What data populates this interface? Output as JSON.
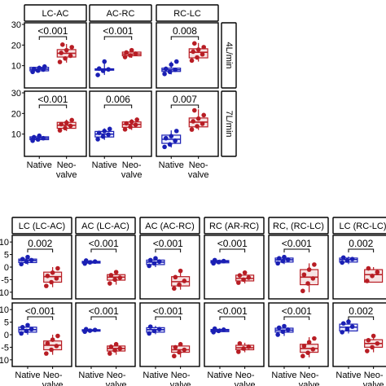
{
  "colors": {
    "native": "#1a1fb4",
    "neovalve": "#b81d24",
    "native_fill": "#eef0ff",
    "neovalve_fill": "#f6e3e3"
  },
  "chart_data": [
    {
      "type": "box",
      "id": "top",
      "facet_cols": [
        "LC-AC",
        "AC-RC",
        "RC-LC"
      ],
      "facet_rows": [
        "4L/min",
        "7L/min"
      ],
      "categories": [
        "Native",
        "Neo-valve"
      ],
      "x_tick_labels": [
        [
          "Native",
          ""
        ],
        [
          "Neo-",
          "valve"
        ]
      ],
      "y_ticks": [
        10,
        20,
        30
      ],
      "ylim": [
        0,
        30
      ],
      "panels": [
        {
          "row": 0,
          "col": 0,
          "pvalue": "<0.001",
          "groups": [
            {
              "q1": 7.5,
              "median": 8.3,
              "q3": 9.2,
              "whisker_low": 6.8,
              "whisker_high": 10.0,
              "points": [
                7.0,
                7.6,
                8.1,
                8.4,
                8.9,
                9.6
              ]
            },
            {
              "q1": 14.2,
              "median": 16.0,
              "q3": 17.8,
              "whisker_low": 11.5,
              "whisker_high": 20.5,
              "points": [
                11.8,
                13.5,
                14.8,
                16.2,
                17.5,
                19.0,
                20.2
              ]
            }
          ]
        },
        {
          "row": 0,
          "col": 1,
          "pvalue": "<0.001",
          "groups": [
            {
              "q1": 7.8,
              "median": 8.2,
              "q3": 8.5,
              "whisker_low": 5.5,
              "whisker_high": 12.5,
              "points": [
                5.5,
                7.5,
                8.2,
                8.6,
                12.0
              ]
            },
            {
              "q1": 14.8,
              "median": 15.6,
              "q3": 16.6,
              "whisker_low": 13.8,
              "whisker_high": 18.0,
              "points": [
                14.2,
                15.0,
                15.8,
                16.4,
                17.5
              ]
            }
          ]
        },
        {
          "row": 0,
          "col": 2,
          "pvalue": "0.008",
          "groups": [
            {
              "q1": 7.2,
              "median": 8.0,
              "q3": 8.8,
              "whisker_low": 5.8,
              "whisker_high": 12.0,
              "points": [
                6.0,
                7.0,
                8.0,
                8.5,
                10.5,
                12.0
              ]
            },
            {
              "q1": 13.8,
              "median": 16.5,
              "q3": 18.2,
              "whisker_low": 12.0,
              "whisker_high": 21.0,
              "points": [
                12.5,
                14.0,
                15.5,
                16.8,
                17.8,
                19.0,
                20.8
              ]
            }
          ]
        },
        {
          "row": 1,
          "col": 0,
          "pvalue": "<0.001",
          "groups": [
            {
              "q1": 7.3,
              "median": 8.0,
              "q3": 8.7,
              "whisker_low": 6.5,
              "whisker_high": 9.5,
              "points": [
                6.8,
                7.4,
                8.0,
                8.5,
                9.2
              ]
            },
            {
              "q1": 12.8,
              "median": 14.3,
              "q3": 15.7,
              "whisker_low": 11.5,
              "whisker_high": 17.0,
              "points": [
                11.8,
                12.9,
                14.0,
                14.8,
                15.5,
                16.8
              ]
            }
          ]
        },
        {
          "row": 1,
          "col": 1,
          "pvalue": "0.006",
          "groups": [
            {
              "q1": 8.6,
              "median": 10.0,
              "q3": 11.3,
              "whisker_low": 7.2,
              "whisker_high": 12.8,
              "points": [
                7.5,
                8.8,
                9.8,
                10.6,
                11.5,
                12.5
              ]
            },
            {
              "q1": 13.3,
              "median": 14.7,
              "q3": 15.9,
              "whisker_low": 12.0,
              "whisker_high": 17.2,
              "points": [
                12.3,
                13.5,
                14.5,
                15.2,
                16.0,
                17.0
              ]
            }
          ]
        },
        {
          "row": 1,
          "col": 2,
          "pvalue": "0.007",
          "groups": [
            {
              "q1": 5.5,
              "median": 7.5,
              "q3": 9.5,
              "whisker_low": 3.5,
              "whisker_high": 11.8,
              "points": [
                3.8,
                5.0,
                6.8,
                8.0,
                9.0,
                11.5
              ]
            },
            {
              "q1": 13.5,
              "median": 15.8,
              "q3": 17.8,
              "whisker_low": 12.0,
              "whisker_high": 22.0,
              "points": [
                12.2,
                13.8,
                15.0,
                16.2,
                17.5,
                19.2,
                21.5
              ]
            }
          ]
        }
      ]
    },
    {
      "type": "box",
      "id": "bottom",
      "facet_cols": [
        "LC (LC-AC)",
        "AC (LC-AC)",
        "AC (AC-RC)",
        "RC (AR-RC)",
        "RC, (RC-LC)",
        "LC (RC-LC)"
      ],
      "categories": [
        "Native",
        "Neo-valve"
      ],
      "x_tick_labels": [
        [
          "Native",
          ""
        ],
        [
          "Neo-",
          "valve"
        ]
      ],
      "y_ticks": [
        10,
        5,
        0,
        -5,
        -10
      ],
      "ylim": [
        -12,
        12
      ],
      "panels": [
        {
          "row": 0,
          "col": 0,
          "pvalue": "0.002",
          "groups": [
            {
              "q1": 1.8,
              "median": 2.6,
              "q3": 3.2,
              "whisker_low": 1.0,
              "whisker_high": 4.2,
              "points": [
                1.2,
                2.2,
                2.8,
                3.2,
                4.0
              ]
            },
            {
              "q1": -6.0,
              "median": -3.8,
              "q3": -2.0,
              "whisker_low": -8.0,
              "whisker_high": 0.0,
              "points": [
                -7.5,
                -6.0,
                -4.5,
                -3.5,
                -2.2,
                -0.5
              ]
            }
          ]
        },
        {
          "row": 0,
          "col": 1,
          "pvalue": "<0.001",
          "groups": [
            {
              "q1": 1.6,
              "median": 2.0,
              "q3": 2.3,
              "whisker_low": 1.2,
              "whisker_high": 2.8,
              "points": [
                1.4,
                1.9,
                2.2,
                2.6
              ]
            },
            {
              "q1": -5.2,
              "median": -4.0,
              "q3": -3.0,
              "whisker_low": -7.0,
              "whisker_high": -1.5,
              "points": [
                -6.5,
                -5.0,
                -4.2,
                -3.2,
                -2.0
              ]
            }
          ]
        },
        {
          "row": 0,
          "col": 2,
          "pvalue": "<0.001",
          "groups": [
            {
              "q1": 1.0,
              "median": 2.0,
              "q3": 2.8,
              "whisker_low": 0.0,
              "whisker_high": 3.8,
              "points": [
                0.5,
                1.5,
                2.2,
                2.8,
                3.5
              ]
            },
            {
              "q1": -7.5,
              "median": -5.8,
              "q3": -3.8,
              "whisker_low": -9.0,
              "whisker_high": -1.0,
              "points": [
                -8.5,
                -7.0,
                -5.5,
                -4.0,
                -1.5
              ]
            }
          ]
        },
        {
          "row": 0,
          "col": 3,
          "pvalue": "<0.001",
          "groups": [
            {
              "q1": 1.7,
              "median": 2.2,
              "q3": 2.6,
              "whisker_low": 1.2,
              "whisker_high": 3.0,
              "points": [
                1.5,
                2.0,
                2.4,
                2.8
              ]
            },
            {
              "q1": -5.5,
              "median": -4.5,
              "q3": -3.2,
              "whisker_low": -6.5,
              "whisker_high": -2.0,
              "points": [
                -6.2,
                -5.0,
                -4.2,
                -3.3,
                -2.2
              ]
            }
          ]
        },
        {
          "row": 0,
          "col": 4,
          "pvalue": "<0.001",
          "groups": [
            {
              "q1": 2.0,
              "median": 2.9,
              "q3": 3.6,
              "whisker_low": 1.2,
              "whisker_high": 4.2,
              "points": [
                1.5,
                2.4,
                3.0,
                3.5,
                4.0
              ]
            },
            {
              "q1": -7.0,
              "median": -4.0,
              "q3": -1.0,
              "whisker_low": -10.0,
              "whisker_high": 1.5,
              "points": [
                -9.5,
                -6.5,
                -4.5,
                -3.0,
                -1.0,
                1.0
              ]
            }
          ]
        },
        {
          "row": 0,
          "col": 5,
          "pvalue": "0.002",
          "groups": [
            {
              "q1": 2.0,
              "median": 3.0,
              "q3": 3.6,
              "whisker_low": 1.2,
              "whisker_high": 4.2,
              "points": [
                1.8,
                2.6,
                3.2,
                3.8
              ]
            },
            {
              "q1": -6.0,
              "median": -3.0,
              "q3": -1.0,
              "whisker_low": -6.0,
              "whisker_high": 0.0,
              "points": [
                -5.5,
                -3.5,
                -2.0,
                -0.5
              ]
            }
          ]
        },
        {
          "row": 1,
          "col": 0,
          "pvalue": "<0.001",
          "groups": [
            {
              "q1": 1.0,
              "median": 2.0,
              "q3": 3.0,
              "whisker_low": 0.0,
              "whisker_high": 4.0,
              "points": [
                0.5,
                1.5,
                2.2,
                3.0,
                3.8
              ]
            },
            {
              "q1": -6.0,
              "median": -4.2,
              "q3": -2.5,
              "whisker_low": -8.0,
              "whisker_high": 0.0,
              "points": [
                -7.5,
                -6.0,
                -4.5,
                -3.5,
                -2.0,
                -0.5
              ]
            }
          ]
        },
        {
          "row": 1,
          "col": 1,
          "pvalue": "<0.001",
          "groups": [
            {
              "q1": 1.4,
              "median": 1.7,
              "q3": 2.0,
              "whisker_low": 1.0,
              "whisker_high": 2.4,
              "points": [
                1.2,
                1.6,
                1.9,
                2.2
              ]
            },
            {
              "q1": -6.5,
              "median": -5.5,
              "q3": -4.5,
              "whisker_low": -8.0,
              "whisker_high": -3.5,
              "points": [
                -7.5,
                -6.2,
                -5.5,
                -4.8,
                -3.8
              ]
            }
          ]
        },
        {
          "row": 1,
          "col": 2,
          "pvalue": "<0.001",
          "groups": [
            {
              "q1": 1.0,
              "median": 2.0,
              "q3": 2.8,
              "whisker_low": 0.2,
              "whisker_high": 3.5,
              "points": [
                0.5,
                1.5,
                2.2,
                3.2
              ]
            },
            {
              "q1": -7.0,
              "median": -6.0,
              "q3": -4.5,
              "whisker_low": -9.0,
              "whisker_high": -3.5,
              "points": [
                -8.5,
                -7.0,
                -6.0,
                -5.0,
                -3.8
              ]
            }
          ]
        },
        {
          "row": 1,
          "col": 3,
          "pvalue": "<0.001",
          "groups": [
            {
              "q1": 1.2,
              "median": 1.7,
              "q3": 2.1,
              "whisker_low": 0.8,
              "whisker_high": 2.6,
              "points": [
                1.0,
                1.5,
                2.0,
                2.4
              ]
            },
            {
              "q1": -6.0,
              "median": -5.2,
              "q3": -4.2,
              "whisker_low": -7.0,
              "whisker_high": -3.2,
              "points": [
                -6.8,
                -5.5,
                -4.8,
                -3.5
              ]
            }
          ]
        },
        {
          "row": 1,
          "col": 4,
          "pvalue": "<0.001",
          "groups": [
            {
              "q1": 1.0,
              "median": 1.8,
              "q3": 2.6,
              "whisker_low": -0.5,
              "whisker_high": 3.5,
              "points": [
                0.0,
                1.2,
                2.0,
                2.8,
                3.4
              ]
            },
            {
              "q1": -7.0,
              "median": -5.5,
              "q3": -3.8,
              "whisker_low": -9.0,
              "whisker_high": -1.0,
              "points": [
                -8.5,
                -7.2,
                -5.8,
                -4.5,
                -3.0,
                -1.5
              ]
            }
          ]
        },
        {
          "row": 1,
          "col": 5,
          "pvalue": "0.002",
          "groups": [
            {
              "q1": 1.5,
              "median": 3.0,
              "q3": 4.2,
              "whisker_low": 0.5,
              "whisker_high": 5.5,
              "points": [
                1.0,
                2.2,
                3.2,
                4.5,
                5.2
              ]
            },
            {
              "q1": -5.0,
              "median": -3.5,
              "q3": -2.0,
              "whisker_low": -7.0,
              "whisker_high": 0.0,
              "points": [
                -6.5,
                -5.0,
                -3.5,
                -2.2,
                -0.5
              ]
            }
          ]
        }
      ]
    }
  ]
}
